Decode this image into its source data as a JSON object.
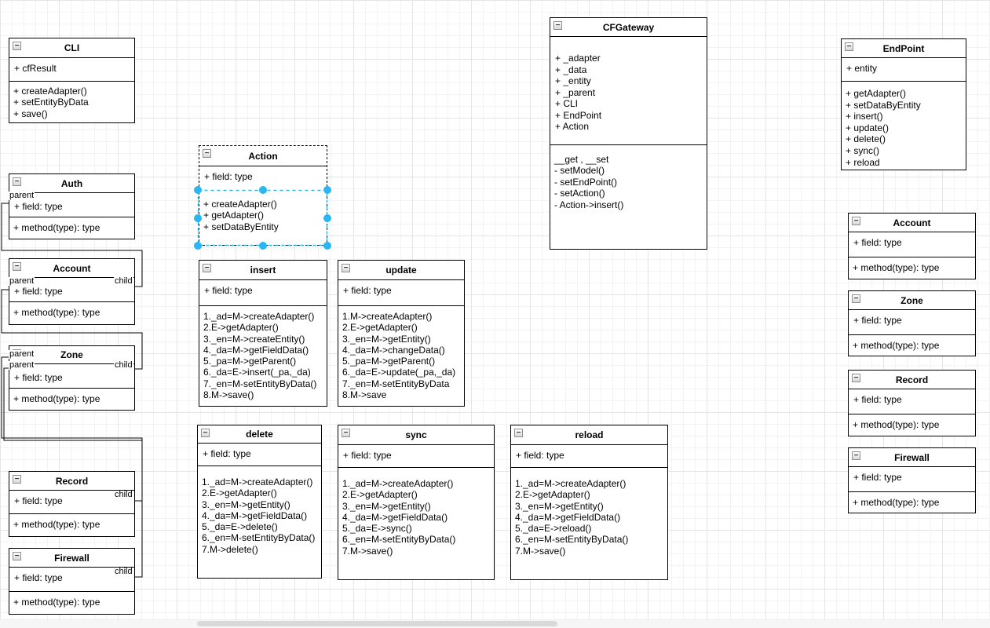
{
  "icons": {
    "collapse": "−"
  },
  "labels": {
    "parent": "parent",
    "child": "child"
  },
  "colors": {
    "selection": "#29b6f2",
    "shape_border": "#000000",
    "grid_minor": "#f3f3f3",
    "grid_major": "#e5e5e5"
  },
  "classes": {
    "cli": {
      "title": "CLI",
      "fields": [
        "+ cfResult"
      ],
      "methods": [
        "+ createAdapter()",
        "+ setEntityByData",
        "+ save()"
      ]
    },
    "auth": {
      "title": "Auth",
      "fields": [
        "+ field: type"
      ],
      "methods": [
        "+ method(type): type"
      ]
    },
    "account_left": {
      "title": "Account",
      "fields": [
        "+ field: type"
      ],
      "methods": [
        "+ method(type): type"
      ]
    },
    "zone_left": {
      "title": "Zone",
      "fields": [
        "+ field: type"
      ],
      "methods": [
        "+ method(type): type"
      ]
    },
    "record_left": {
      "title": "Record",
      "fields": [
        "+ field: type"
      ],
      "methods": [
        "+ method(type): type"
      ]
    },
    "firewall_left": {
      "title": "Firewall",
      "fields": [
        "+ field: type"
      ],
      "methods": [
        "+ method(type): type"
      ]
    },
    "action": {
      "title": "Action",
      "fields": [
        "+ field: type"
      ],
      "methods": [
        "+ createAdapter()",
        "+ getAdapter()",
        "+ setDataByEntity"
      ]
    },
    "insert": {
      "title": "insert",
      "fields": [
        "+ field: type"
      ],
      "methods": [
        "1._ad=M->createAdapter()",
        "2.E->getAdapter()",
        "3._en=M->createEntity()",
        "4._da=M->getFieldData()",
        "5._pa=M->getParent()",
        "6._da=E->insert(_pa,_da)",
        "7._en=M-setEntityByData()",
        "8.M->save()"
      ]
    },
    "update": {
      "title": "update",
      "fields": [
        "+ field: type"
      ],
      "methods": [
        "1.M->createAdapter()",
        "2.E->getAdapter()",
        "3._en=M->getEntity()",
        "4._da=M->changeData()",
        "5._pa=M->getParent()",
        "6._da=E->update(_pa,_da)",
        "7._en=M-setEntityByData",
        "8.M->save"
      ]
    },
    "delete": {
      "title": "delete",
      "fields": [
        "+ field: type"
      ],
      "methods": [
        "1._ad=M->createAdapter()",
        "2.E->getAdapter()",
        "3._en=M->getEntity()",
        "4._da=M->getFieldData()",
        "5._da=E->delete()",
        "6._en=M-setEntityByData()",
        "7.M->delete()"
      ]
    },
    "sync": {
      "title": "sync",
      "fields": [
        "+ field: type"
      ],
      "methods": [
        "1._ad=M->createAdapter()",
        "2.E->getAdapter()",
        "3._en=M->getEntity()",
        "4._da=M->getFieldData()",
        "5._da=E->sync()",
        "6._en=M-setEntityByData()",
        "7.M->save()"
      ]
    },
    "reload": {
      "title": "reload",
      "fields": [
        "+ field: type"
      ],
      "methods": [
        "1._ad=M->createAdapter()",
        "2.E->getAdapter()",
        "3._en=M->getEntity()",
        "4._da=M->getFieldData()",
        "5._da=E->reload()",
        "6._en=M-setEntityByData()",
        "7.M->save()"
      ]
    },
    "cfgateway": {
      "title": "CFGateway",
      "fields": [
        "+ _adapter",
        "+ _data",
        "+ _entity",
        "+ _parent",
        "+ CLI",
        "+ EndPoint",
        "+ Action"
      ],
      "methods": [
        "__get , __set",
        "- setModel()",
        "- setEndPoint()",
        "- setAction()",
        "- Action->insert()"
      ]
    },
    "endpoint": {
      "title": "EndPoint",
      "fields": [
        "+  entity"
      ],
      "methods": [
        "+ getAdapter()",
        "+ setDataByEntity",
        "+ insert()",
        "+ update()",
        "+ delete()",
        "+ sync()",
        "+ reload"
      ]
    },
    "account_right": {
      "title": "Account",
      "fields": [
        "+ field: type"
      ],
      "methods": [
        "+ method(type): type"
      ]
    },
    "zone_right": {
      "title": "Zone",
      "fields": [
        "+ field: type"
      ],
      "methods": [
        "+ method(type): type"
      ]
    },
    "record_right": {
      "title": "Record",
      "fields": [
        "+ field: type"
      ],
      "methods": [
        "+ method(type): type"
      ]
    },
    "firewall_right": {
      "title": "Firewall",
      "fields": [
        "+ field: type"
      ],
      "methods": [
        "+ method(type): type"
      ]
    }
  }
}
